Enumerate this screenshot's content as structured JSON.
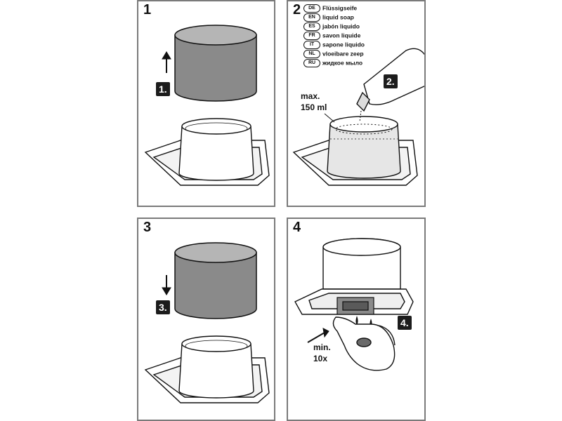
{
  "panels": {
    "p1": {
      "number": "1",
      "badge": "1."
    },
    "p2": {
      "number": "2",
      "badge": "2.",
      "languages": [
        {
          "code": "DE",
          "text": "Flüssigseife"
        },
        {
          "code": "EN",
          "text": "liquid soap"
        },
        {
          "code": "ES",
          "text": "jabón liquido"
        },
        {
          "code": "FR",
          "text": "savon liquide"
        },
        {
          "code": "IT",
          "text": "sapone liquido"
        },
        {
          "code": "NL",
          "text": "vloeibare zeep"
        },
        {
          "code": "RU",
          "text": "жидкое мыло"
        }
      ],
      "max_label": "max.",
      "volume_label": "150 ml"
    },
    "p3": {
      "number": "3",
      "badge": "3."
    },
    "p4": {
      "number": "4",
      "badge": "4.",
      "min_label": "min.",
      "count_label": "10x"
    }
  },
  "colors": {
    "border": "#7a7a7a",
    "cover": "#8a8a8a",
    "badge": "#1c1c1c",
    "soap": "#e6e6e6"
  }
}
